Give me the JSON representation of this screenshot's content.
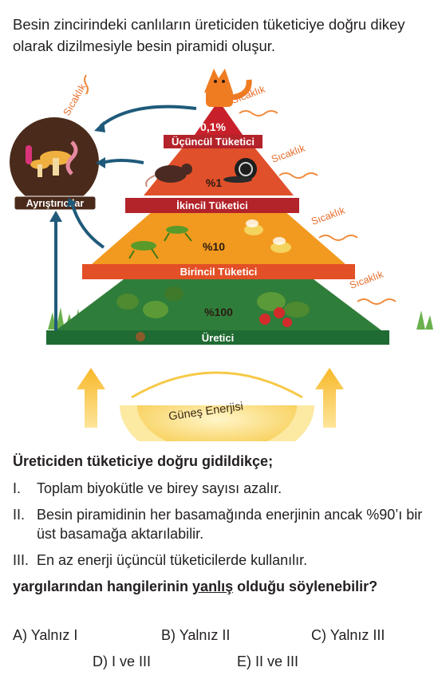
{
  "intro": "Besin zincirindeki canlıların üreticiden tüketiciye doğru dikey olarak dizilmesiyle besin piramidi oluşur.",
  "pyramid": {
    "levels": {
      "tertiary": {
        "label": "Üçüncül Tüketici",
        "percent": "0,1%"
      },
      "secondary": {
        "label": "İkincil Tüketici",
        "percent": "%1"
      },
      "primary": {
        "label": "Birincil Tüketici",
        "percent": "%10"
      },
      "producer": {
        "label": "Üretici",
        "percent": "%100"
      }
    },
    "heat_label": "Sıcaklık",
    "decomposers_label": "Ayrıştırıcılar",
    "sun_label": "Güneş Enerjisi",
    "colors": {
      "tertiary": "#c8202a",
      "secondary": "#e0502a",
      "primary": "#f29a1f",
      "producer": "#2f7d3a",
      "band_red": "#b3232a",
      "band_orange": "#e34f26",
      "band_green": "#1f6b33",
      "sun": "#f7c948",
      "arrow_yellow": "#f5c23c",
      "decomposer_bg": "#4a2a1a"
    }
  },
  "question": {
    "stem": "Üreticiden tüketiciye doğru gidildikçe;",
    "statements": [
      {
        "num": "I.",
        "text": "Toplam biyokütle ve birey sayısı azalır."
      },
      {
        "num": "II.",
        "text": "Besin piramidinin her basamağında enerjinin ancak %90’ı bir üst basamağa aktarılabilir."
      },
      {
        "num": "III.",
        "text": "En az enerji üçüncül tüketicilerde kullanılır."
      }
    ],
    "ask_before": "yargılarından hangilerinin ",
    "ask_emph": "yanlış",
    "ask_after": " olduğu söylenebilir?",
    "options": [
      {
        "letter": "A)",
        "text": "Yalnız I"
      },
      {
        "letter": "B)",
        "text": "Yalnız II"
      },
      {
        "letter": "C)",
        "text": "Yalnız III"
      },
      {
        "letter": "D)",
        "text": "I ve III"
      },
      {
        "letter": "E)",
        "text": "II ve III"
      }
    ]
  }
}
